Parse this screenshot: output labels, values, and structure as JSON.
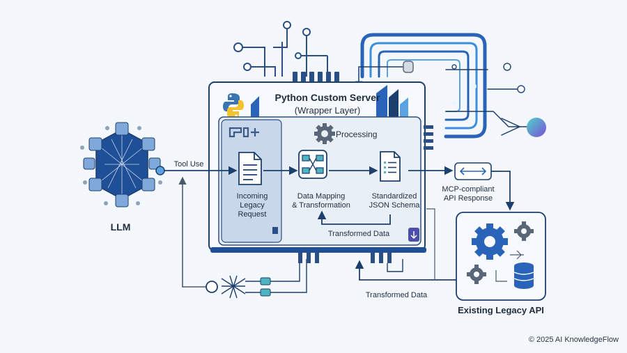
{
  "llm": {
    "label": "LLM"
  },
  "edge_tool_use": "Tool Use",
  "server": {
    "title": "Python Custom Server",
    "subtitle": "(Wrapper Layer)"
  },
  "processing": {
    "label": "Processing"
  },
  "steps": {
    "incoming": [
      "Incoming",
      "Legacy",
      "Request"
    ],
    "mapping": [
      "Data Mapping",
      "& Transformation"
    ],
    "schema": [
      "Standardized",
      "JSON Schema"
    ]
  },
  "inner_return": "Transformed Data",
  "response": [
    "MCP-compliant",
    "API Response"
  ],
  "bottom_return": "Transformed Data",
  "legacy_api": {
    "label": "Existing Legacy API"
  },
  "footer": {
    "copyright": "© 2025 AI KnowledgeFlow"
  },
  "colors": {
    "accent": "#2a64b8",
    "dark": "#1d3f6e",
    "light_blue": "#5aa2e0",
    "panel": "#e9eff7"
  }
}
